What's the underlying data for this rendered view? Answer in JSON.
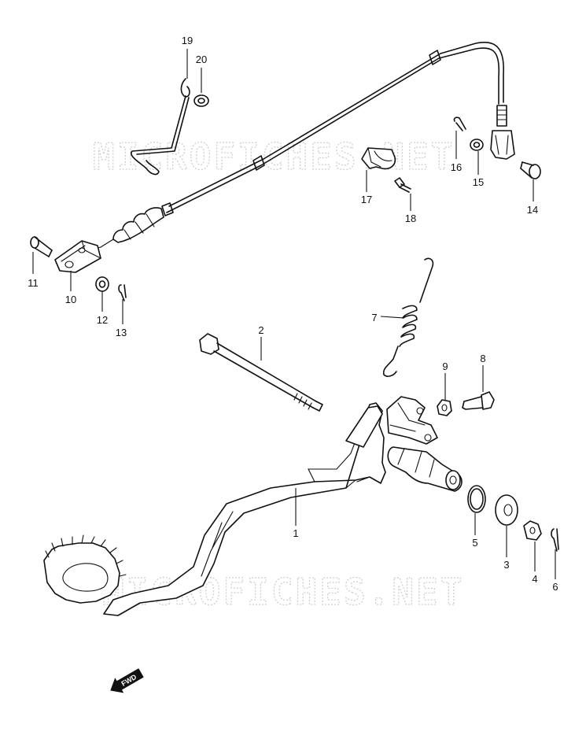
{
  "watermark_text": "MICROFICHES.NET",
  "fwd_label": "FWD",
  "parts": [
    {
      "no": "1"
    },
    {
      "no": "2"
    },
    {
      "no": "3"
    },
    {
      "no": "4"
    },
    {
      "no": "5"
    },
    {
      "no": "6"
    },
    {
      "no": "7"
    },
    {
      "no": "8"
    },
    {
      "no": "9"
    },
    {
      "no": "10"
    },
    {
      "no": "11"
    },
    {
      "no": "12"
    },
    {
      "no": "13"
    },
    {
      "no": "14"
    },
    {
      "no": "15"
    },
    {
      "no": "16"
    },
    {
      "no": "17"
    },
    {
      "no": "18"
    },
    {
      "no": "19"
    },
    {
      "no": "20"
    }
  ]
}
